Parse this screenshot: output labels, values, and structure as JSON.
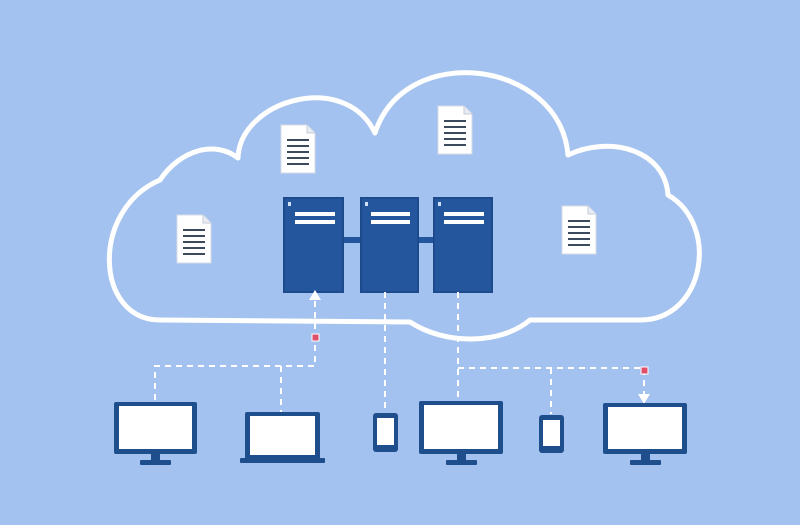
{
  "diagram": {
    "colors": {
      "background": "#a3c2ef",
      "cloud_outline": "#ffffff",
      "server": "#24569d",
      "server_stroke": "#1d4a8a",
      "device": "#1f4e8c",
      "screen": "#ffffff",
      "connector": "#ffffff",
      "packet": "#e0506a",
      "document": "#ffffff",
      "document_lines": "#3c4a5e"
    },
    "cloud": {
      "icon": "cloud-outline"
    },
    "servers": [
      {
        "icon": "server-icon"
      },
      {
        "icon": "server-icon"
      },
      {
        "icon": "server-icon"
      }
    ],
    "documents": [
      {
        "icon": "document-icon"
      },
      {
        "icon": "document-icon"
      },
      {
        "icon": "document-icon"
      },
      {
        "icon": "document-icon"
      }
    ],
    "devices": [
      {
        "type": "desktop-monitor",
        "icon": "monitor-icon"
      },
      {
        "type": "laptop",
        "icon": "laptop-icon"
      },
      {
        "type": "phone",
        "icon": "phone-icon"
      },
      {
        "type": "desktop-monitor",
        "icon": "monitor-icon"
      },
      {
        "type": "phone",
        "icon": "phone-icon"
      },
      {
        "type": "desktop-monitor",
        "icon": "monitor-icon"
      }
    ]
  }
}
